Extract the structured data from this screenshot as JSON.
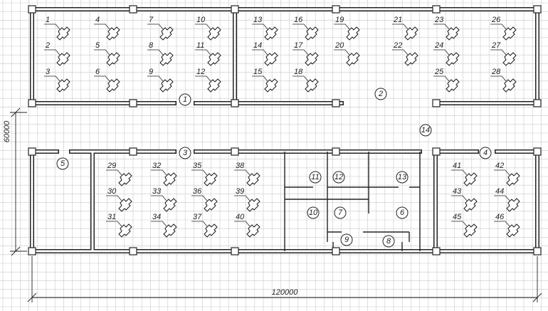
{
  "dimensions": {
    "width_label": "120000",
    "height_label": "60000"
  },
  "workstations": [
    {
      "label": "1"
    },
    {
      "label": "2"
    },
    {
      "label": "3"
    },
    {
      "label": "4"
    },
    {
      "label": "5"
    },
    {
      "label": "6"
    },
    {
      "label": "7"
    },
    {
      "label": "8"
    },
    {
      "label": "9"
    },
    {
      "label": "10"
    },
    {
      "label": "11"
    },
    {
      "label": "12"
    },
    {
      "label": "13"
    },
    {
      "label": "14"
    },
    {
      "label": "15"
    },
    {
      "label": "16"
    },
    {
      "label": "17"
    },
    {
      "label": "18"
    },
    {
      "label": "19"
    },
    {
      "label": "20"
    },
    {
      "label": "21"
    },
    {
      "label": "22"
    },
    {
      "label": "23"
    },
    {
      "label": "24"
    },
    {
      "label": "25"
    },
    {
      "label": "26"
    },
    {
      "label": "27"
    },
    {
      "label": "28"
    },
    {
      "label": "29"
    },
    {
      "label": "30"
    },
    {
      "label": "31"
    },
    {
      "label": "32"
    },
    {
      "label": "33"
    },
    {
      "label": "34"
    },
    {
      "label": "35"
    },
    {
      "label": "36"
    },
    {
      "label": "37"
    },
    {
      "label": "38"
    },
    {
      "label": "39"
    },
    {
      "label": "40"
    },
    {
      "label": "41"
    },
    {
      "label": "43"
    },
    {
      "label": "45"
    },
    {
      "label": "42"
    },
    {
      "label": "44"
    },
    {
      "label": "46"
    }
  ],
  "rooms": [
    {
      "label": "1"
    },
    {
      "label": "2"
    },
    {
      "label": "3"
    },
    {
      "label": "4"
    },
    {
      "label": "5"
    },
    {
      "label": "6"
    },
    {
      "label": "7"
    },
    {
      "label": "8"
    },
    {
      "label": "9"
    },
    {
      "label": "10"
    },
    {
      "label": "11"
    },
    {
      "label": "12"
    },
    {
      "label": "13"
    },
    {
      "label": "14"
    }
  ]
}
